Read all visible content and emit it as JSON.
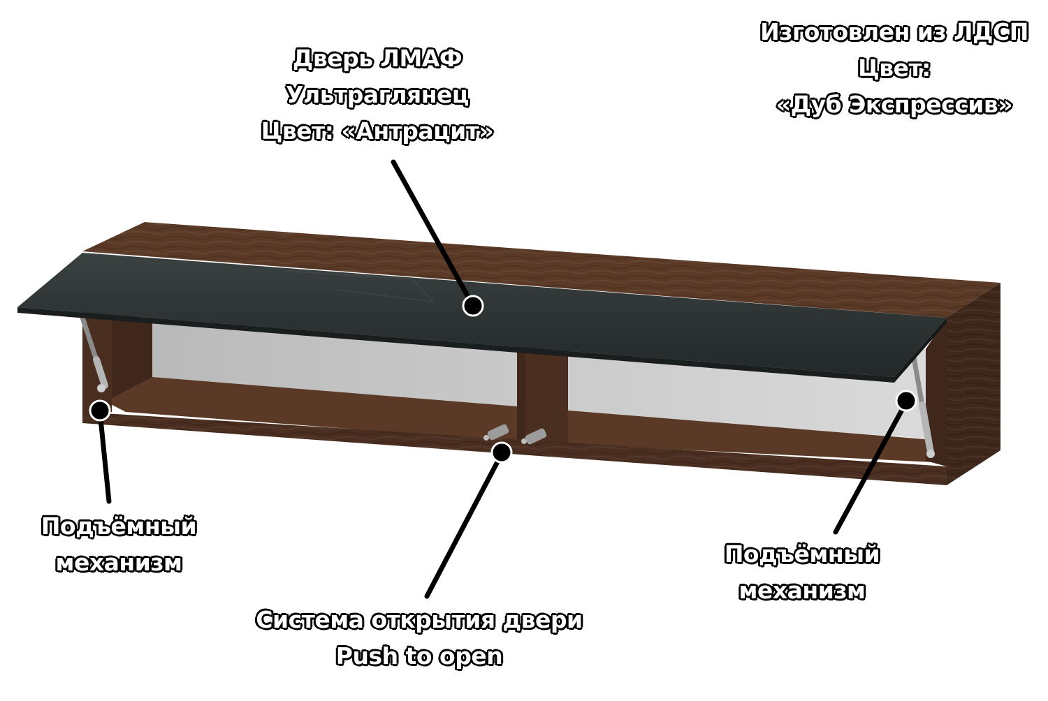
{
  "labels": {
    "material": {
      "line1": "Изготовлен из ЛДСП",
      "line2": "Цвет:",
      "line3": "«Дуб Экспрессив»"
    },
    "door": {
      "line1": "Дверь ЛМАФ",
      "line2": "Ультраглянец",
      "line3": "Цвет: «Антрацит»"
    },
    "lift_left": {
      "line1": "Подъёмный",
      "line2": "механизм"
    },
    "lift_right": {
      "line1": "Подъёмный",
      "line2": "механизм"
    },
    "push": {
      "line1": "Система открытия двери",
      "line2": "Push to open"
    }
  },
  "colors": {
    "wood_front": "#4a2e20",
    "wood_top": "#5a3a27",
    "wood_side": "#3f271b",
    "door_panel": "#2b3030",
    "back_panel": "#c9c9c9",
    "leader": "#000000"
  }
}
